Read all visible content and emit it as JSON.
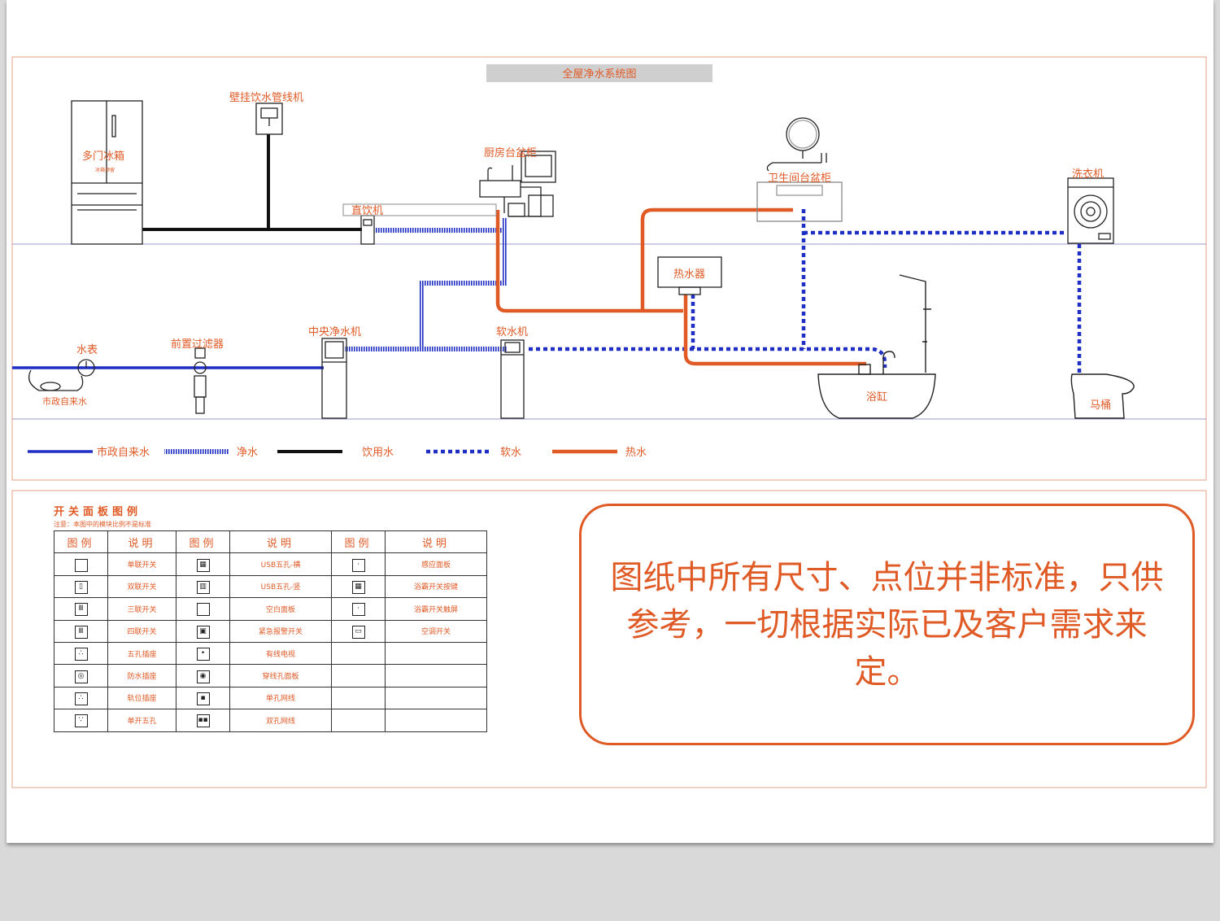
{
  "title": "全屋净水系统图",
  "appliances": {
    "fridge": "多门冰箱",
    "fridge_small": "冰箱预留",
    "wall_dispenser": "壁挂饮水管线机",
    "kitchen_cabinet": "厨房台盆柜",
    "direct_drinker": "直饮机",
    "bathroom_cabinet": "卫生间台盆柜",
    "washer": "洗衣机",
    "water_heater": "热水器",
    "water_meter": "水表",
    "municipal": "市政自来水",
    "prefilter": "前置过滤器",
    "central_purifier": "中央净水机",
    "softener": "软水机",
    "bathtub": "浴缸",
    "toilet": "马桶"
  },
  "pipe_legend": [
    {
      "label": "市政自来水",
      "style": "tap",
      "color": "#1f2fc4"
    },
    {
      "label": "净水",
      "style": "pure",
      "color": "#1f2fc4"
    },
    {
      "label": "饮用水",
      "style": "drink",
      "color": "#111111"
    },
    {
      "label": "软水",
      "style": "soft",
      "color": "#1f2fc4"
    },
    {
      "label": "热水",
      "style": "hot",
      "color": "#e05a26"
    }
  ],
  "switch_legend": {
    "title": "开关面板图例",
    "note": "注意：本图中的模块比例不是标准",
    "headers": [
      "图例",
      "说明",
      "图例",
      "说明",
      "图例",
      "说明"
    ],
    "rows": [
      [
        {
          "sym": "single",
          "desc": "单联开关"
        },
        {
          "sym": "usb-h",
          "desc": "USB五孔-横"
        },
        {
          "sym": "sensor",
          "desc": "感应面板"
        }
      ],
      [
        {
          "sym": "double",
          "desc": "双联开关"
        },
        {
          "sym": "usb-v",
          "desc": "USB五孔-竖"
        },
        {
          "sym": "bath-key",
          "desc": "浴霸开关按键"
        }
      ],
      [
        {
          "sym": "triple",
          "desc": "三联开关"
        },
        {
          "sym": "blank",
          "desc": "空白面板"
        },
        {
          "sym": "bath-touch",
          "desc": "浴霸开关触屏"
        }
      ],
      [
        {
          "sym": "quad",
          "desc": "四联开关"
        },
        {
          "sym": "alarm",
          "desc": "紧急报警开关"
        },
        {
          "sym": "ac",
          "desc": "空调开关"
        }
      ],
      [
        {
          "sym": "five",
          "desc": "五孔插座"
        },
        {
          "sym": "tv",
          "desc": "有线电视"
        },
        {
          "sym": "",
          "desc": ""
        }
      ],
      [
        {
          "sym": "waterproof",
          "desc": "防水插座"
        },
        {
          "sym": "thread",
          "desc": "穿线孔面板"
        },
        {
          "sym": "",
          "desc": ""
        }
      ],
      [
        {
          "sym": "rail",
          "desc": "轨位插座"
        },
        {
          "sym": "net1",
          "desc": "单孔网线"
        },
        {
          "sym": "",
          "desc": ""
        }
      ],
      [
        {
          "sym": "switch-five",
          "desc": "单开五孔"
        },
        {
          "sym": "net2",
          "desc": "双孔网线"
        },
        {
          "sym": "",
          "desc": ""
        }
      ]
    ]
  },
  "notice": "图纸中所有尺寸、点位并非标准，只供参考，一切根据实际已及客户需求来定。",
  "colors": {
    "accent": "#e05a26",
    "blue": "#1f2fc4",
    "black": "#111111"
  }
}
